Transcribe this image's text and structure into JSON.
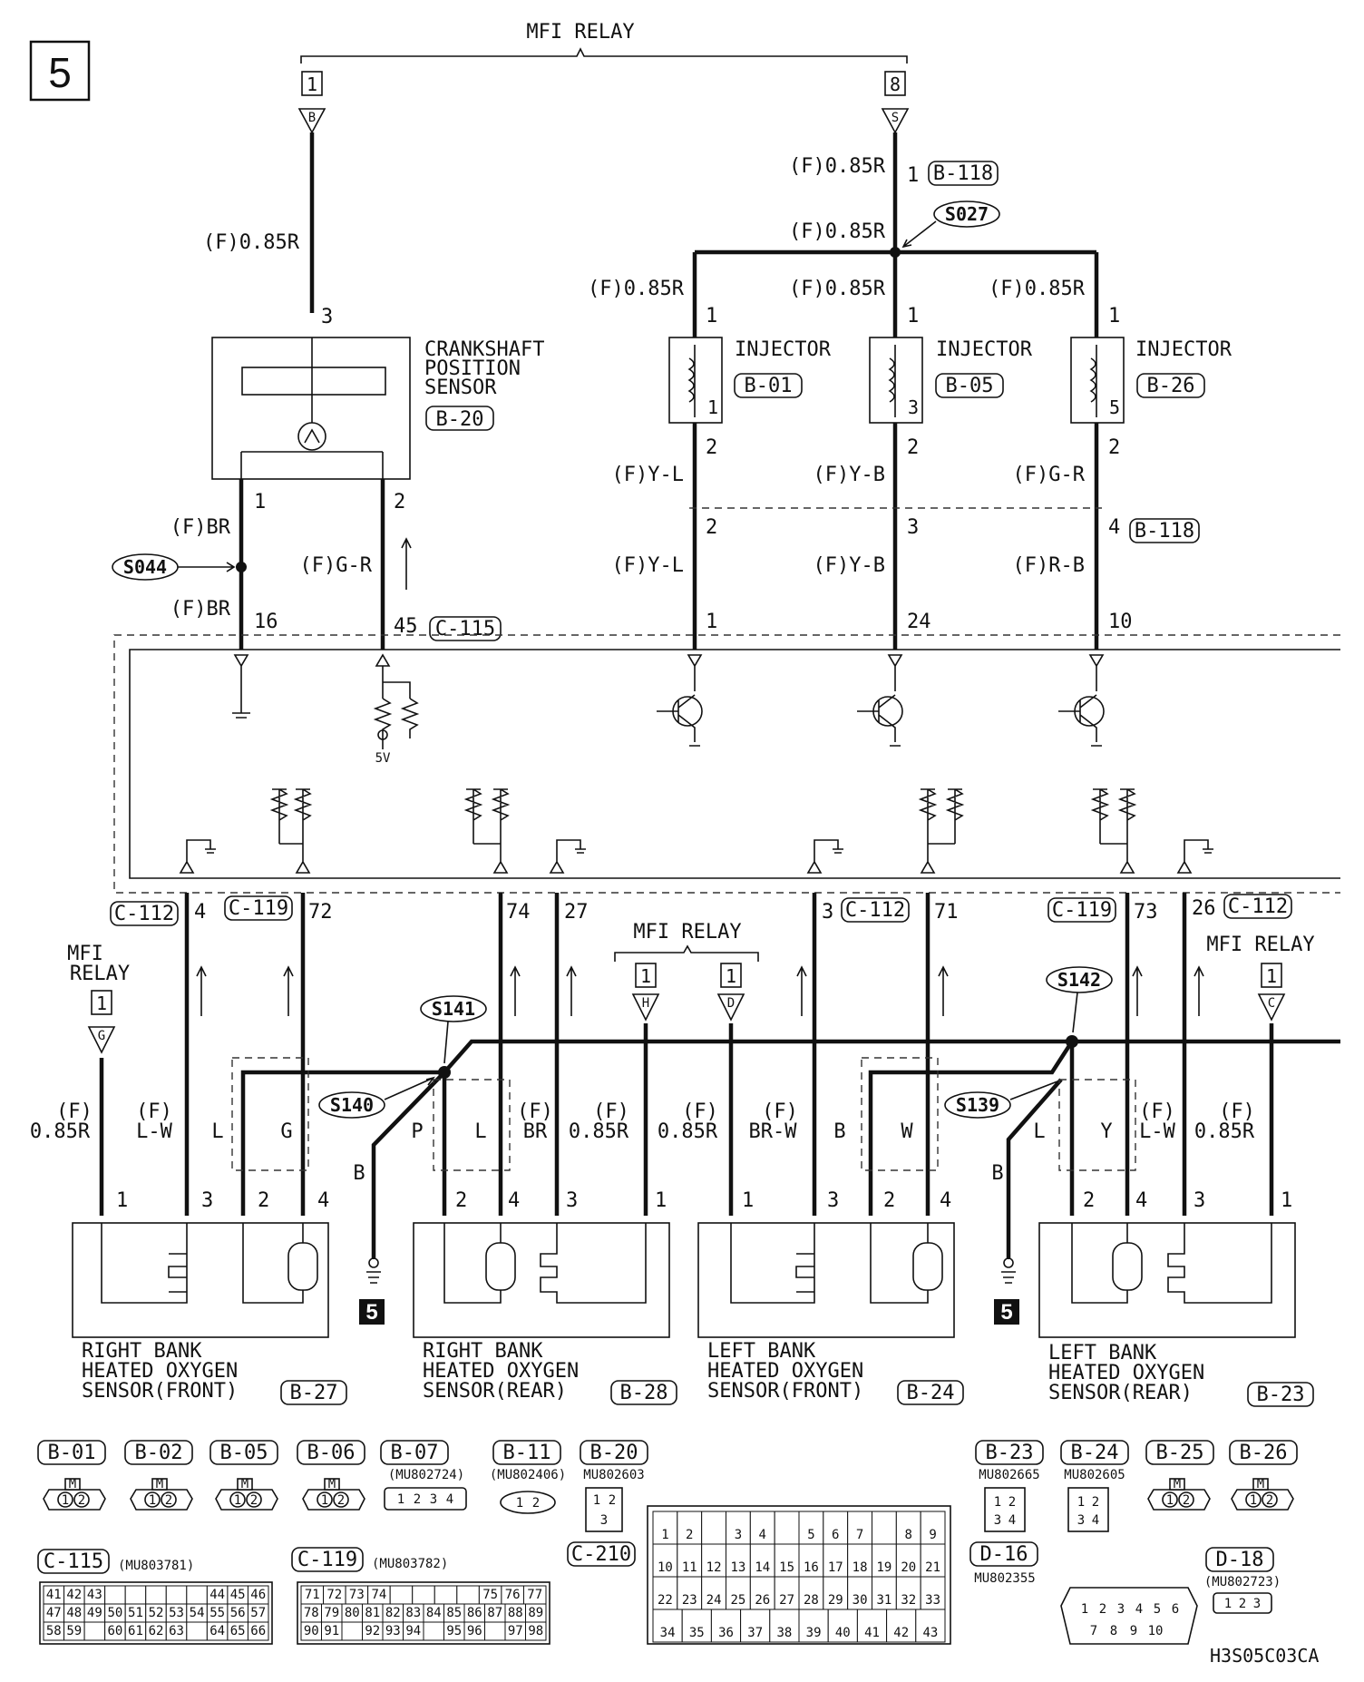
{
  "page": {
    "section_number": "5",
    "code": "H3S05C03CA"
  },
  "top": {
    "mfi_relay_label": "MFI RELAY",
    "terminal_left_num": "1",
    "terminal_left_letter": "B",
    "terminal_right_num": "8",
    "terminal_right_letter": "S"
  },
  "crank": {
    "wire_top": "(F)0.85R",
    "pin_top": "3",
    "name_line1": "CRANKSHAFT",
    "name_line2": "POSITION",
    "name_line3": "SENSOR",
    "connector": "B-20",
    "pin1": "1",
    "pin2": "2",
    "wire_br1": "(F)BR",
    "wire_br2": "(F)BR",
    "wire_gr": "(F)G-R",
    "splice": "S044",
    "ecu_pin16": "16",
    "ecu_pin45": "45",
    "ecu_conn": "C-115",
    "ref_5v": "5V"
  },
  "injectors": {
    "top_wire1": "(F)0.85R",
    "top_pin": "1",
    "top_conn": "B-118",
    "top_wire2": "(F)0.85R",
    "splice": "S027",
    "label": "INJECTOR",
    "items": [
      {
        "wire_in": "(F)0.85R",
        "pin_in": "1",
        "conn": "B-01",
        "num": "1",
        "pin_out": "2",
        "wire_out": "(F)Y-L",
        "jpin": "2",
        "wire_ecu": "(F)Y-L",
        "ecu_pin": "1"
      },
      {
        "wire_in": "(F)0.85R",
        "pin_in": "1",
        "conn": "B-05",
        "num": "3",
        "pin_out": "2",
        "wire_out": "(F)Y-B",
        "jpin": "3",
        "wire_ecu": "(F)Y-B",
        "ecu_pin": "24"
      },
      {
        "wire_in": "(F)0.85R",
        "pin_in": "1",
        "conn": "B-26",
        "num": "5",
        "pin_out": "2",
        "wire_out": "(F)G-R",
        "jpin": "4",
        "wire_ecu": "(F)R-B",
        "ecu_pin": "10"
      }
    ],
    "junction_conn": "B-118"
  },
  "ecu_bottom": {
    "pins": [
      "4",
      "72",
      "74",
      "27",
      "3",
      "71",
      "73",
      "26"
    ],
    "conn_c112": "C-112",
    "conn_c119": "C-119"
  },
  "relays": {
    "left": {
      "line1": "MFI",
      "line2": "RELAY",
      "num": "1",
      "letter": "G"
    },
    "mid": {
      "label": "MFI RELAY",
      "num1": "1",
      "letter1": "H",
      "num2": "1",
      "letter2": "D"
    },
    "right": {
      "label": "MFI RELAY",
      "num": "1",
      "letter": "C"
    }
  },
  "splices": {
    "s141": "S141",
    "s140": "S140",
    "s142": "S142",
    "s139": "S139"
  },
  "wires_bottom": {
    "f": "(F)",
    "r085": "0.85R",
    "lw": "L-W",
    "br": "BR",
    "brw": "BR-W",
    "l": "L",
    "g": "G",
    "p": "P",
    "b": "B",
    "w": "W",
    "y": "Y"
  },
  "sensors": [
    {
      "line1": "RIGHT BANK",
      "line2": "HEATED OXYGEN",
      "line3": "SENSOR(FRONT)",
      "conn": "B-27",
      "pins": [
        "1",
        "3",
        "2",
        "4"
      ]
    },
    {
      "line1": "RIGHT BANK",
      "line2": "HEATED OXYGEN",
      "line3": "SENSOR(REAR)",
      "conn": "B-28",
      "pins": [
        "2",
        "4",
        "3",
        "1"
      ]
    },
    {
      "line1": "LEFT BANK",
      "line2": "HEATED OXYGEN",
      "line3": "SENSOR(FRONT)",
      "conn": "B-24",
      "pins": [
        "1",
        "3",
        "2",
        "4"
      ]
    },
    {
      "line1": "LEFT BANK",
      "line2": "HEATED OXYGEN",
      "line3": "SENSOR(REAR)",
      "conn": "B-23",
      "pins": [
        "2",
        "4",
        "3",
        "1"
      ]
    }
  ],
  "ground_ref": "5",
  "connectors": {
    "b01": "B-01",
    "b02": "B-02",
    "b05": "B-05",
    "b06": "B-06",
    "b07": "B-07",
    "b07_part": "(MU802724)",
    "b11": "B-11",
    "b11_part": "(MU802406)",
    "b20": "B-20",
    "b20_part": "MU802603",
    "c210": "C-210",
    "b23": "B-23",
    "b23_part": "MU802665",
    "b24": "B-24",
    "b24_part": "MU802605",
    "b25": "B-25",
    "b26": "B-26",
    "d16": "D-16",
    "d16_part": "MU802355",
    "d18": "D-18",
    "d18_part": "(MU802723)",
    "c115": "C-115",
    "c115_part": "(MU803781)",
    "c119": "C-119",
    "c119_part": "(MU803782)",
    "m": "M",
    "pins_12": [
      "1",
      "2"
    ],
    "pins_1234": [
      "1",
      "2",
      "3",
      "4"
    ],
    "pins_123": [
      "1",
      "2",
      "3"
    ],
    "c115_grid": [
      [
        "41",
        "42",
        "43",
        "",
        "",
        "",
        "",
        "",
        "44",
        "45",
        "46"
      ],
      [
        "47",
        "48",
        "49",
        "50",
        "51",
        "52",
        "53",
        "54",
        "55",
        "56",
        "57"
      ],
      [
        "58",
        "59",
        "",
        "60",
        "61",
        "62",
        "63",
        "",
        "64",
        "65",
        "66"
      ]
    ],
    "c119_grid": [
      [
        "71",
        "72",
        "73",
        "74",
        "",
        "",
        "",
        "",
        "75",
        "76",
        "77"
      ],
      [
        "78",
        "79",
        "80",
        "81",
        "82",
        "83",
        "84",
        "85",
        "86",
        "87",
        "88",
        "89"
      ],
      [
        "90",
        "91",
        "",
        "92",
        "93",
        "94",
        "",
        "95",
        "96",
        "",
        "97",
        "98"
      ]
    ],
    "c210_grid": [
      [
        "1",
        "2",
        "",
        "3",
        "4",
        "",
        "5",
        "6",
        "7",
        "",
        "8",
        "9"
      ],
      [
        "10",
        "11",
        "12",
        "13",
        "14",
        "15",
        "16",
        "17",
        "18",
        "19",
        "20",
        "21"
      ],
      [
        "22",
        "23",
        "24",
        "25",
        "26",
        "27",
        "28",
        "29",
        "30",
        "31",
        "32",
        "33"
      ],
      [
        "34",
        "35",
        "36",
        "37",
        "38",
        "39",
        "40",
        "41",
        "42",
        "43"
      ]
    ],
    "d16_row1": [
      "1",
      "2",
      "3",
      "4",
      "5",
      "6"
    ],
    "d16_row2": [
      "7",
      "8",
      "9",
      "10"
    ]
  }
}
